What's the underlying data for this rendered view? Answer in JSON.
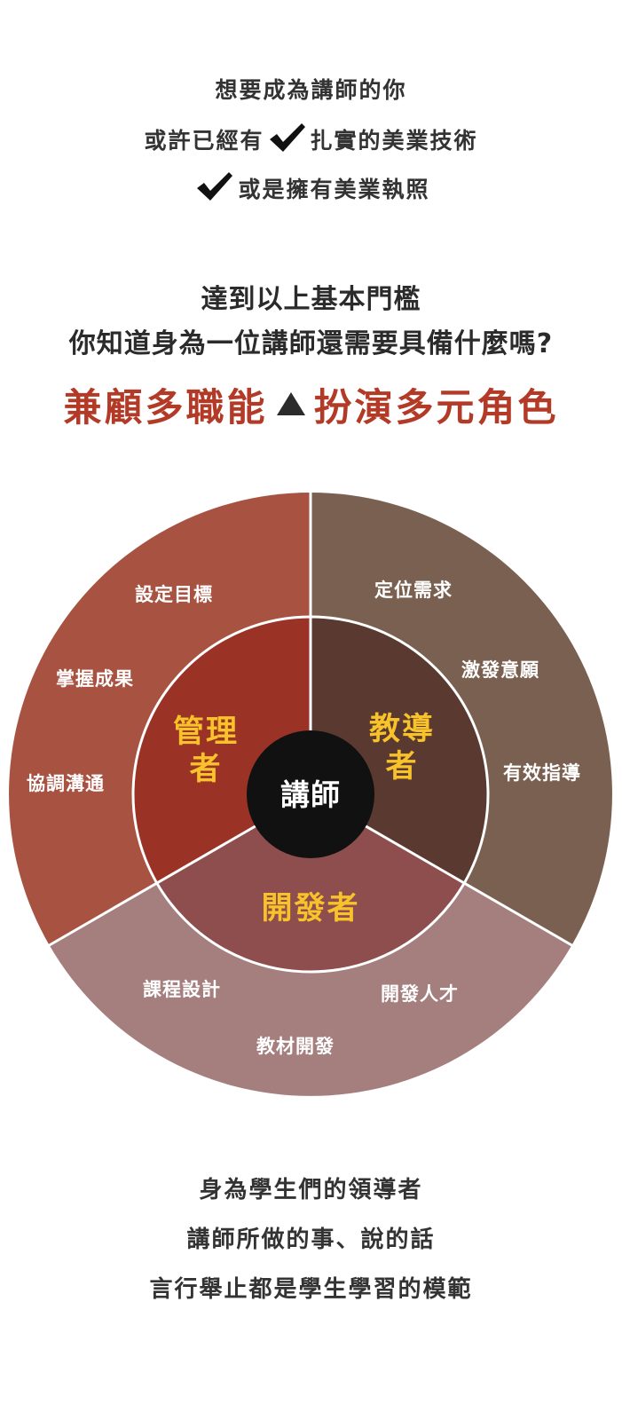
{
  "intro": {
    "line1": "想要成為講師的你",
    "line2_a": "或許已經有",
    "line2_b": "扎實的美業技術",
    "line3": "或是擁有美業執照"
  },
  "question": {
    "line1": "達到以上基本門檻",
    "line2": "你知道身為一位講師還需要具備什麼嗎?"
  },
  "headline": {
    "left": "兼顧多職能",
    "right": "扮演多元角色"
  },
  "diagram": {
    "center": "講師",
    "roles": {
      "manager_l1": "管理",
      "manager_l2": "者",
      "teacher_l1": "教導",
      "teacher_l2": "者",
      "developer": "開發者"
    },
    "skills": {
      "set_goals": "設定目標",
      "grasp_results": "掌握成果",
      "coordinate": "協調溝通",
      "position_needs": "定位需求",
      "inspire": "激發意願",
      "guide": "有效指導",
      "course_design": "課程設計",
      "develop_talent": "開發人才",
      "materials": "教材開發"
    },
    "colors": {
      "manager_outer": "#a85241",
      "manager_inner": "#9a3226",
      "teacher_outer": "#7a6050",
      "teacher_inner": "#5a3a30",
      "developer_outer": "#a57e7e",
      "developer_inner": "#8e4e4e",
      "center": "#111111",
      "role_text": "#f8c22b"
    }
  },
  "outro": {
    "line1": "身為學生們的領導者",
    "line2": "講師所做的事、說的話",
    "line3": "言行舉止都是學生學習的模範"
  }
}
